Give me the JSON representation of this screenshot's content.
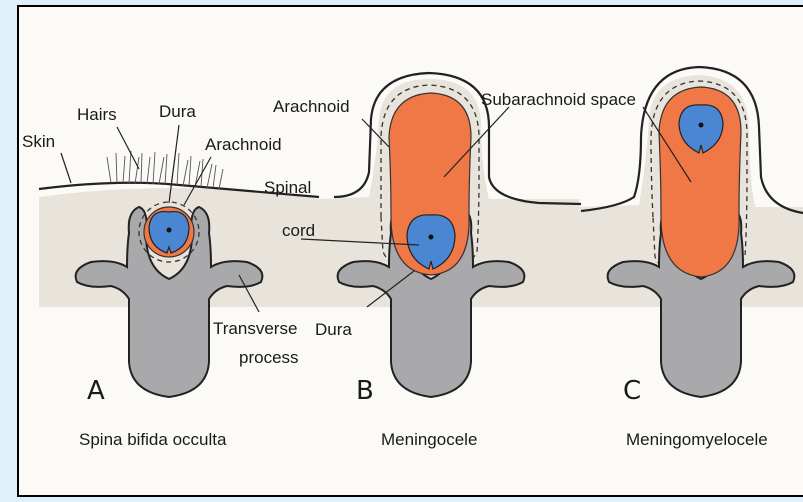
{
  "labels": {
    "skin": "Skin",
    "hairs": "Hairs",
    "dura_a": "Dura",
    "arachnoid_a": "Arachnoid",
    "spinal": "Spinal",
    "cord": "cord",
    "arachnoid_b": "Arachnoid",
    "subarachnoid_space": "Subarachnoid space",
    "dura_b": "Dura",
    "transverse": "Transverse",
    "process": "process"
  },
  "panels": [
    {
      "letter": "A",
      "caption": "Spina bifida occulta"
    },
    {
      "letter": "B",
      "caption": "Meningocele"
    },
    {
      "letter": "C",
      "caption": "Meningomyelocele"
    }
  ],
  "colors": {
    "csf": "#f07847",
    "spinal_cord": "#4a86d2",
    "bone": "#a9a8ab",
    "background": "#dff0fa"
  }
}
